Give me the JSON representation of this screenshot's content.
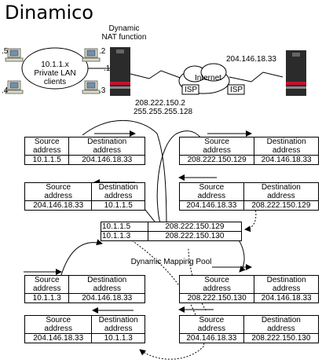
{
  "title": "Dinamico",
  "nat_label": "Dynamic\nNAT function",
  "lan": {
    "network": "10.1.1.x",
    "caption_line1": "Private LAN",
    "caption_line2": "clients",
    "node5": ".5",
    "node2": ".2",
    "node1": ".1",
    "node4": ".4",
    "node3": ".3"
  },
  "internet": {
    "label": "Internet",
    "isp_left": "ISP",
    "isp_right": "ISP",
    "remote_ip": "204.146.18.33"
  },
  "router_ip": "208.222.150.2",
  "router_mask": "255.255.255.128",
  "headers": {
    "source": "Source\naddress",
    "destination": "Destination\naddress"
  },
  "tables": [
    {
      "id": "t1",
      "source": "10.1.1.5",
      "destination": "204.146.18.33"
    },
    {
      "id": "t2",
      "source": "204.146.18.33",
      "destination": "10.1.1.5"
    },
    {
      "id": "t3",
      "source": "208.222.150.129",
      "destination": "204.146.18.33"
    },
    {
      "id": "t4",
      "source": "204.146.18.33",
      "destination": "208.222.150.129"
    },
    {
      "id": "t5",
      "source": "10.1.1.3",
      "destination": "204.146.18.33"
    },
    {
      "id": "t6",
      "source": "204.146.18.33",
      "destination": "10.1.1.3"
    },
    {
      "id": "t7",
      "source": "208.222.150.130",
      "destination": "204.146.18.33"
    },
    {
      "id": "t8",
      "source": "204.146.18.33",
      "destination": "208.222.150.130"
    }
  ],
  "pool": {
    "caption": "Dynamic Mapping Pool",
    "rows": [
      {
        "private": "10.1.1.5",
        "public": "208.222.150.129"
      },
      {
        "private": "10.1.1.3",
        "public": "208.222.150.130"
      }
    ]
  }
}
